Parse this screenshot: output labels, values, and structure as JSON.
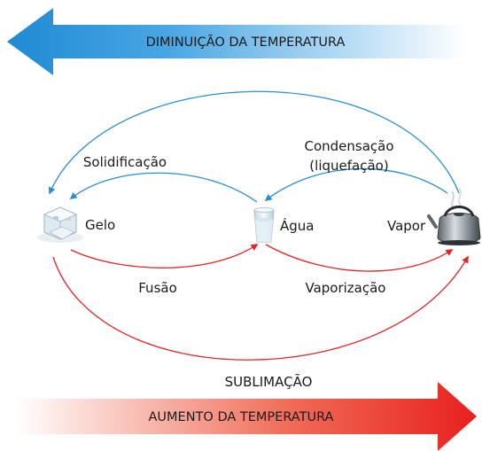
{
  "banners": {
    "top": "DIMINUIÇÃO DA TEMPERATURA",
    "bottom": "AUMENTO DA TEMPERATURA"
  },
  "states": {
    "ice": "Gelo",
    "water": "Água",
    "vapor": "Vapor"
  },
  "processes": {
    "solidification": "Solidificação",
    "condensation_1": "Condensação",
    "condensation_2": "(liquefação)",
    "fusion": "Fusão",
    "vaporization": "Vaporização",
    "sublimation": "SUBLIMAÇÃO"
  },
  "colors": {
    "cooling": "#2a8fcf",
    "heating": "#e0262a",
    "cooling_banner_end": "#ffffff",
    "heating_banner_start": "#ffffff"
  },
  "icons": {
    "ice": "ice-cubes-icon",
    "water": "glass-of-water-icon",
    "vapor": "steaming-kettle-icon"
  }
}
